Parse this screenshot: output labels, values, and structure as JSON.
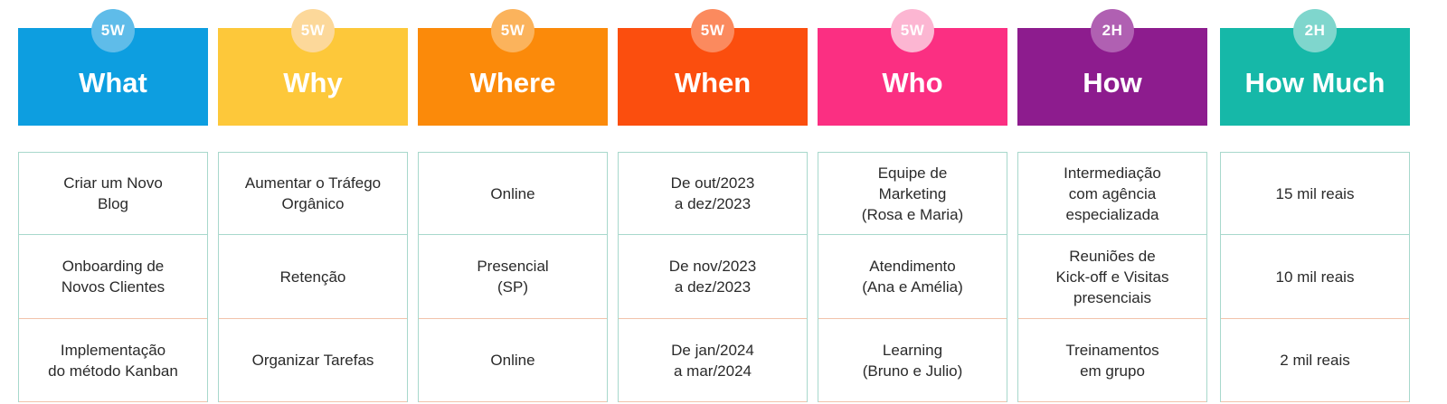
{
  "columns": [
    {
      "badge": "5W",
      "title": "What",
      "header_color": "#0d9ee0",
      "badge_color": "#5fbce9",
      "cells": [
        "Criar um Novo\nBlog",
        "Onboarding de\nNovos Clientes",
        "Implementação\ndo método Kanban"
      ]
    },
    {
      "badge": "5W",
      "title": "Why",
      "header_color": "#fdc83a",
      "badge_color": "#fcd89a",
      "cells": [
        "Aumentar o Tráfego\nOrgânico",
        "Retenção",
        "Organizar Tarefas"
      ]
    },
    {
      "badge": "5W",
      "title": "Where",
      "header_color": "#fb8a0a",
      "badge_color": "#fbb35c",
      "cells": [
        "Online",
        "Presencial\n(SP)",
        "Online"
      ]
    },
    {
      "badge": "5W",
      "title": "When",
      "header_color": "#fb4e0e",
      "badge_color": "#fb8a5e",
      "cells": [
        "De out/2023\na dez/2023",
        "De nov/2023\na dez/2023",
        "De jan/2024\na mar/2024"
      ]
    },
    {
      "badge": "5W",
      "title": "Who",
      "header_color": "#fb2f82",
      "badge_color": "#fcb6d2",
      "cells": [
        "Equipe de\nMarketing\n(Rosa e Maria)",
        "Atendimento\n(Ana e Amélia)",
        "Learning\n(Bruno e Julio)"
      ]
    },
    {
      "badge": "2H",
      "title": "How",
      "header_color": "#8d1c8e",
      "badge_color": "#b060b2",
      "cells": [
        "Intermediação\ncom agência\nespecializada",
        "Reuniões de\nKick-off e Visitas\npresenciais",
        "Treinamentos\nem grupo"
      ]
    },
    {
      "badge": "2H",
      "title": "How Much",
      "header_color": "#16b8a8",
      "badge_color": "#7fd6cd",
      "cells": [
        "15 mil reais",
        "10 mil reais",
        "2 mil reais"
      ]
    }
  ]
}
